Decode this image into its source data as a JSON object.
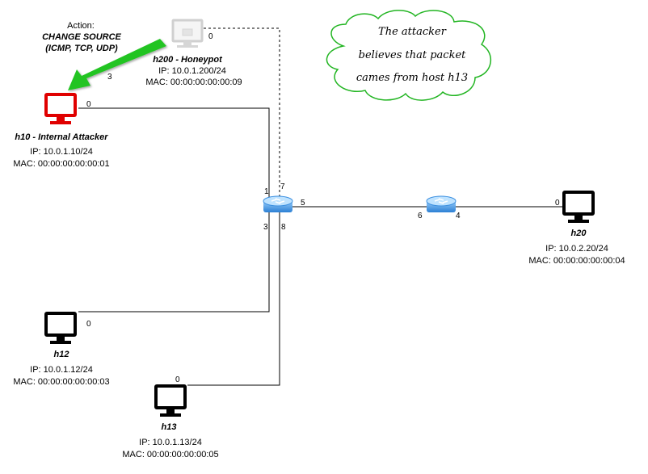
{
  "action_note": {
    "line1": "Action:",
    "line2": "CHANGE SOURCE",
    "line3": "(ICMP, TCP, UDP)",
    "arrow_port": "3",
    "arrow_color": "#22c422"
  },
  "hosts": {
    "h200": {
      "name": "h200 - Honeypot",
      "ip": "IP: 10.0.1.200/24",
      "mac": "MAC: 00:00:00:00:00:09",
      "port": "0"
    },
    "h10": {
      "name": "h10 - Internal Attacker",
      "ip": "IP: 10.0.1.10/24",
      "mac": "MAC: 00:00:00:00:00:01",
      "port": "0",
      "color": "#e00000"
    },
    "h12": {
      "name": "h12",
      "ip": "IP: 10.0.1.12/24",
      "mac": "MAC: 00:00:00:00:00:03",
      "port": "0"
    },
    "h13": {
      "name": "h13",
      "ip": "IP: 10.0.1.13/24",
      "mac": "MAC: 00:00:00:00:00:05",
      "port": "0"
    },
    "h20": {
      "name": "h20",
      "ip": "IP: 10.0.2.20/24",
      "mac": "MAC: 00:00:00:00:00:04",
      "port": "0"
    }
  },
  "switch1": {
    "ports": {
      "p1": "1",
      "p7": "7",
      "p5": "5",
      "p3": "3",
      "p8": "8"
    }
  },
  "switch2": {
    "ports": {
      "p6": "6",
      "p4": "4"
    }
  },
  "cloud": {
    "line1": "The attacker",
    "line2": "believes that packet",
    "line3": "cames from host h13",
    "border_color": "#22b522"
  }
}
